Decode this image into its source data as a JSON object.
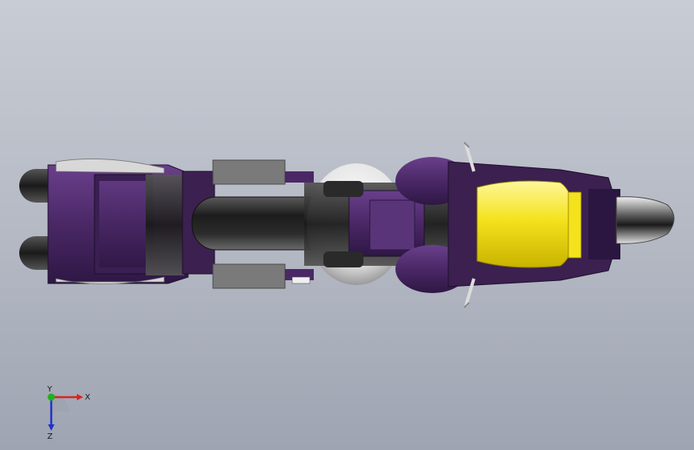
{
  "triad": {
    "x_label": "X",
    "y_label": "Y",
    "z_label": "Z",
    "x_color": "#e02020",
    "y_color": "#20b020",
    "z_color": "#2030d0"
  },
  "model": {
    "body_color": "#4a2866",
    "body_dark": "#2a1640",
    "tank_color": "#f4e21c",
    "tire_color": "#2b2b2b",
    "metal_color": "#7a7a7a"
  }
}
